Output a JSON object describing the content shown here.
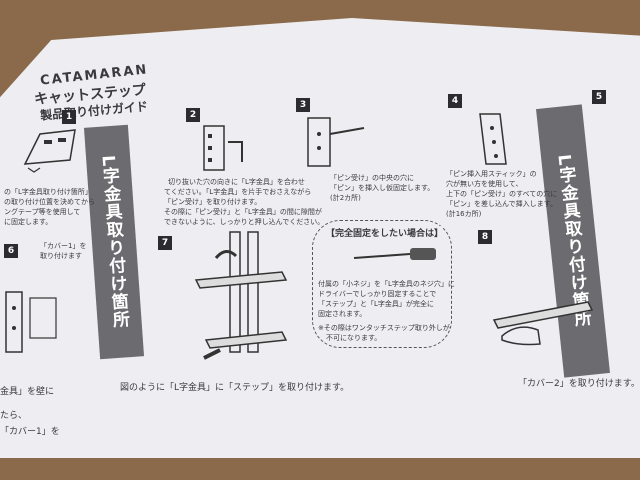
{
  "scene": {
    "background_color": "#8a6a4a",
    "paper_color": "#eeeef2",
    "band_color": "#6c6c70"
  },
  "header": {
    "logo": "CATAMARAN",
    "title_line1": "キャットステップ",
    "title_line2": "製品取り付けガイド"
  },
  "steps": {
    "s1": "1",
    "s2": "2",
    "s3": "3",
    "s4": "4",
    "s5": "5",
    "s6": "6",
    "s7": "7",
    "s8": "8"
  },
  "bands": {
    "left": "L字金具取り付け箇所",
    "right": "L字金具取り付け箇所"
  },
  "texts": {
    "left_note1": "の「L字金具取り付け箇所」",
    "left_note2": "の取り付け位置を決めてから",
    "left_note3": "ングテープ等を使用して",
    "left_note4": "に固定します。",
    "cover1_label": "「カバー1」を",
    "cover1_label2": "取り付けます",
    "left_bottom1": "金具」を壁に",
    "left_bottom2": "たら、",
    "left_bottom3": "「カバー1」を",
    "center_p1": "切り抜いた穴の向きに「L字金具」を合わせ",
    "center_p2": "てください。「L字金具」を片手でおさえながら",
    "center_p3": "「ピン受け」を取り付けます。",
    "center_p4": "その際に「ピン受け」と「L字金具」の間に隙間が",
    "center_p5": "できないように、しっかりと押し込んでください。",
    "pin_p1": "「ピン受け」の中央の穴に",
    "pin_p2": "「ピン」を挿入し仮固定します。",
    "pin_p3": "(計2カ所)",
    "right_p1": "「ピン挿入用スティック」の",
    "right_p2": "穴が無い方を使用して、",
    "right_p3": "上下の「ピン受け」のすべての穴に",
    "right_p4": "「ピン」を差し込んで挿入します。",
    "right_p5": "(計16カ所)",
    "complete_title": "【完全固定をしたい場合は】",
    "complete_p1": "付属の「小ネジ」を「L字金具のネジ穴」に",
    "complete_p2": "ドライバーでしっかり固定することで",
    "complete_p3": "「ステップ」と「L字金具」が完全に",
    "complete_p4": "固定されます。",
    "complete_p5": "※その際はワンタッチステップ取り外しが",
    "complete_p6": "不可になります。",
    "step7_caption": "図のように「L字金具」に「ステップ」を取り付けます。",
    "step8_caption": "「カバー2」を取り付けます。"
  }
}
